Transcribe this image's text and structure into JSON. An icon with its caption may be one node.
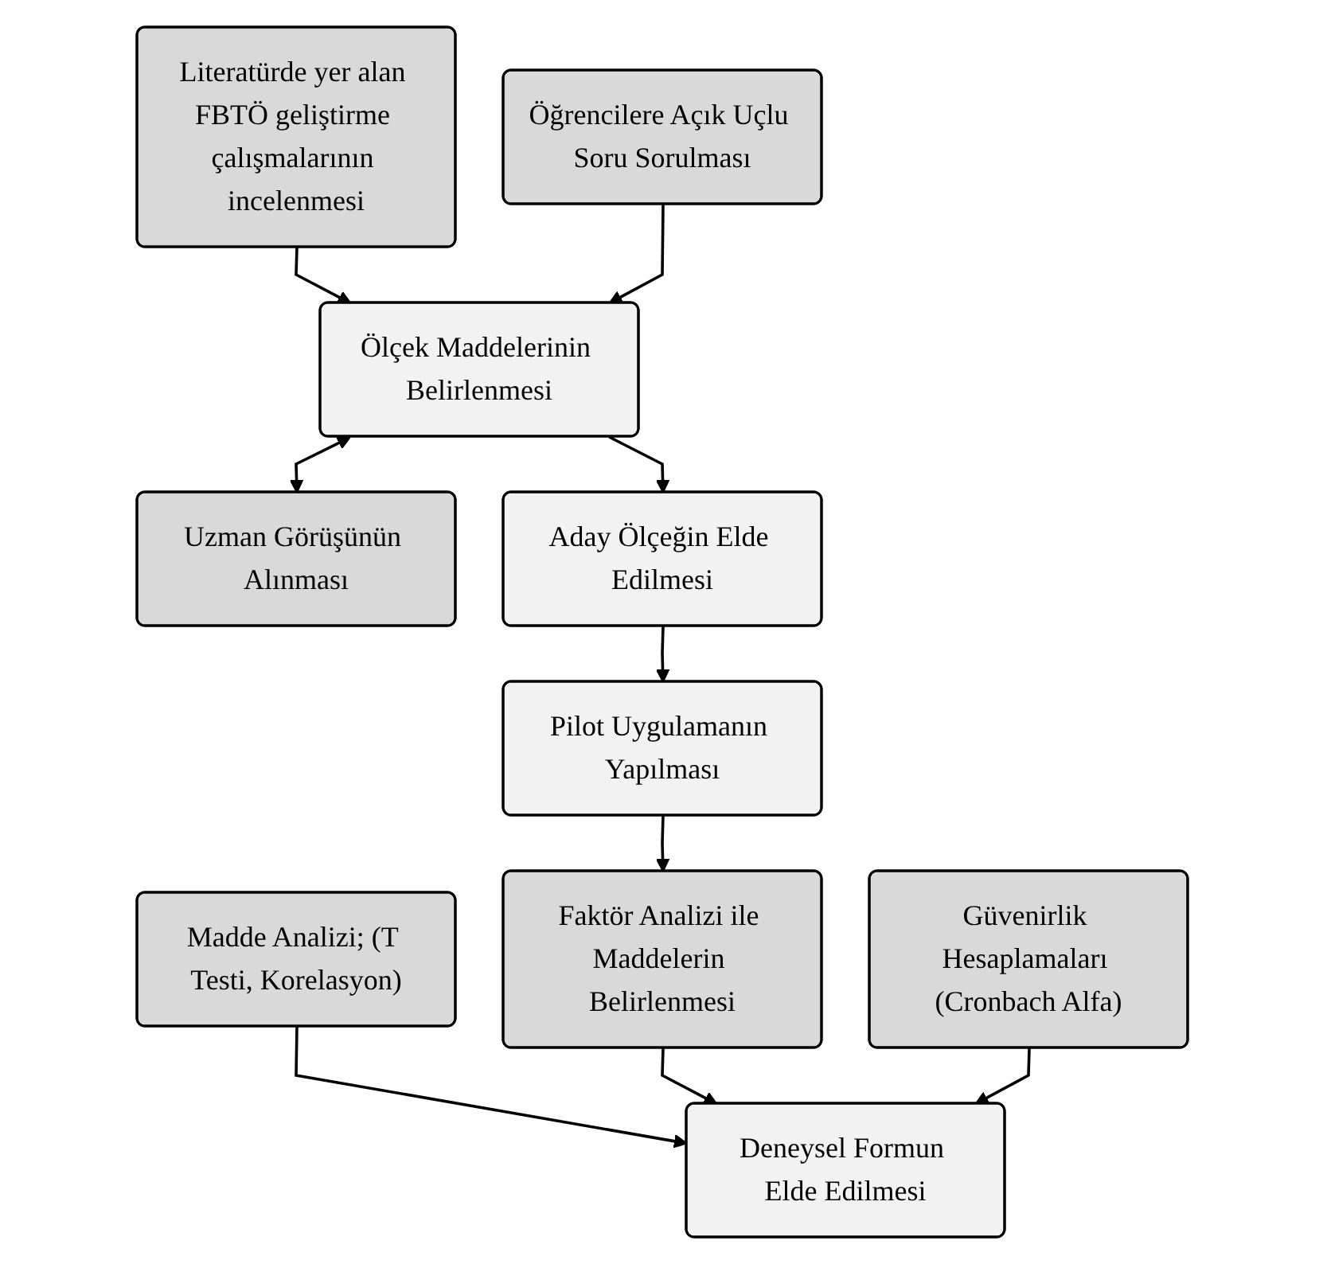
{
  "diagram": {
    "nodes": [
      {
        "text": [
          "Literatürde yer alan FBTÖ geliştirme çalışmalarının incelenmesi"
        ]
      },
      {
        "text": [
          "Öğrencilere Açık Uçlu Soru Sorulması"
        ]
      },
      {
        "text": [
          "Ölçek Maddelerinin Belirlenmesi"
        ]
      },
      {
        "text": [
          "Uzman Görüşünün Alınması"
        ]
      },
      {
        "text": [
          "Aday Ölçeğin Elde Edilmesi"
        ]
      },
      {
        "text": [
          "Pilot Uygulamanın Yapılması"
        ]
      },
      {
        "text": [
          "Madde Analizi; (T Testi, Korelasyon)"
        ]
      },
      {
        "text": [
          "Faktör Analizi ile Maddelerin Belirlenmesi"
        ]
      },
      {
        "text": [
          "Güvenirlik Hesaplamaları (Cronbach Alfa)"
        ]
      },
      {
        "text": [
          "Deneysel Formun Elde Edilmesi"
        ]
      }
    ],
    "edges": [
      {
        "from": 0,
        "to": 2,
        "arrow": "to"
      },
      {
        "from": 1,
        "to": 2,
        "arrow": "to"
      },
      {
        "from": 2,
        "to": 3,
        "arrow": "both"
      },
      {
        "from": 2,
        "to": 4,
        "arrow": "to"
      },
      {
        "from": 4,
        "to": 5,
        "arrow": "to"
      },
      {
        "from": 5,
        "to": 7,
        "arrow": "to"
      },
      {
        "from": 6,
        "to": 9,
        "arrow": "to"
      },
      {
        "from": 7,
        "to": 9,
        "arrow": "to"
      },
      {
        "from": 8,
        "to": 9,
        "arrow": "to"
      }
    ]
  }
}
